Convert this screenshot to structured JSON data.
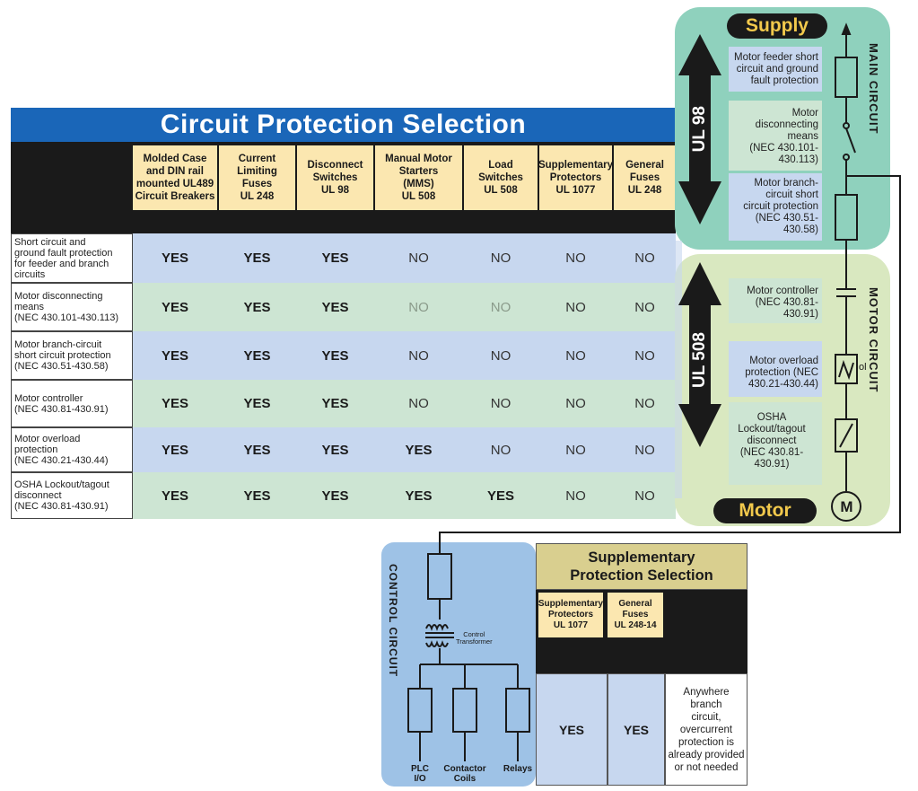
{
  "main_table": {
    "title": "Circuit Protection Selection",
    "columns": [
      "Molded Case\nand DIN rail\nmounted UL489\nCircuit Breakers",
      "Current\nLimiting\nFuses\nUL 248",
      "Disconnect\nSwitches\nUL 98",
      "Manual Motor\nStarters\n(MMS)\nUL 508",
      "Load\nSwitches\nUL 508",
      "Supplementary\nProtectors\nUL 1077",
      "General\nFuses\nUL 248"
    ],
    "rows": [
      {
        "label": "Short circuit and\nground fault protection\nfor feeder and branch\ncircuits",
        "values": [
          "YES",
          "YES",
          "YES",
          "NO",
          "NO",
          "NO",
          "NO"
        ]
      },
      {
        "label": "Motor disconnecting\nmeans\n(NEC 430.101-430.113)",
        "values": [
          "YES",
          "YES",
          "YES",
          "NO",
          "NO",
          "NO",
          "NO"
        ]
      },
      {
        "label": "Motor branch-circuit\nshort circuit protection\n(NEC 430.51-430.58)",
        "values": [
          "YES",
          "YES",
          "YES",
          "NO",
          "NO",
          "NO",
          "NO"
        ]
      },
      {
        "label": "Motor controller\n(NEC 430.81-430.91)",
        "values": [
          "YES",
          "YES",
          "YES",
          "NO",
          "NO",
          "NO",
          "NO"
        ]
      },
      {
        "label": "Motor overload\nprotection\n(NEC 430.21-430.44)",
        "values": [
          "YES",
          "YES",
          "YES",
          "YES",
          "NO",
          "NO",
          "NO"
        ]
      },
      {
        "label": "OSHA Lockout/tagout\ndisconnect\n(NEC 430.81-430.91)",
        "values": [
          "YES",
          "YES",
          "YES",
          "YES",
          "YES",
          "NO",
          "NO"
        ]
      }
    ],
    "colors": {
      "title_bar": "#1a66b8",
      "header": "#fbe7b0",
      "band_blue": "#c7d7ef",
      "band_green": "#cde5d3"
    }
  },
  "right_panel": {
    "supply_label": "Supply",
    "motor_label": "Motor",
    "main_circuit_label": "MAIN CIRCUIT",
    "motor_circuit_label": "MOTOR CIRCUIT",
    "ul98": "UL 98",
    "ul508": "UL 508",
    "motor_symbol": "M",
    "labels": [
      "Motor feeder short\ncircuit and ground\nfault protection",
      "Motor\ndisconnecting\nmeans\n(NEC 430.101-\n430.113)",
      "Motor branch-\ncircuit short\ncircuit protection\n(NEC 430.51-\n430.58)",
      "Motor controller\n(NEC 430.81-\n430.91)",
      "Motor overload\nprotection (NEC\n430.21-430.44)",
      "OSHA\nLockout/tagout\ndisconnect\n(NEC 430.81-\n430.91)"
    ],
    "colors": {
      "main_circuit_bg": "#8fd1bd",
      "motor_circuit_bg": "#d9e8c0",
      "pill": "#1a1a1a",
      "pill_text": "#f2c94c"
    }
  },
  "control_panel": {
    "label": "CONTROL CIRCUIT",
    "transformer_label": "Control\nTransformer",
    "outputs": [
      "PLC\nI/O",
      "Contactor\nCoils",
      "Relays"
    ],
    "bg": "#9ec2e6"
  },
  "supplementary_table": {
    "title": "Supplementary\nProtection Selection",
    "columns": [
      "Supplementary\nProtectors\nUL 1077",
      "General\nFuses\nUL 248-14"
    ],
    "values": [
      "YES",
      "YES"
    ],
    "note": "Anywhere\nbranch\ncircuit,\novercurrent\nprotection is\nalready provided\nor not needed"
  }
}
